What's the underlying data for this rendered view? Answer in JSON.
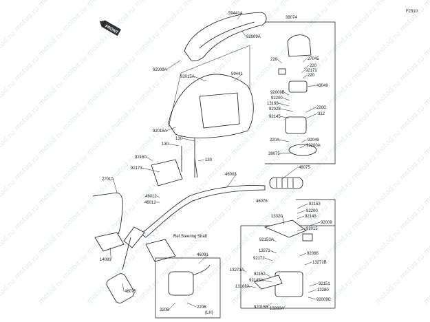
{
  "diagram_code": "F2310",
  "front_label": "FRONT",
  "watermark": "motod.ru",
  "ref_note": "Ref.Steering Shaft",
  "lh_note": "(LH)",
  "part_labels": [
    "59441A",
    "92009A",
    "92009A",
    "92015A",
    "59441",
    "92015A",
    "39074",
    "220",
    "27045",
    "220",
    "92171",
    "220",
    "43049",
    "92009B",
    "92200",
    "13168",
    "92028",
    "220C",
    "92145",
    "312",
    "220A",
    "92049",
    "92200A",
    "39075",
    "92160",
    "130",
    "130",
    "92173",
    "130",
    "27010",
    "46012",
    "46003",
    "46075",
    "46012",
    "46076",
    "92153",
    "92200",
    "92143",
    "13320",
    "92009",
    "92015",
    "92153A",
    "13271",
    "92172",
    "92066",
    "13271B",
    "13271A",
    "92152",
    "92145A",
    "13168A",
    "92151",
    "13280",
    "92015B",
    "13280A",
    "92009C",
    "14091",
    "46091",
    "46075",
    "220B",
    "220B"
  ]
}
